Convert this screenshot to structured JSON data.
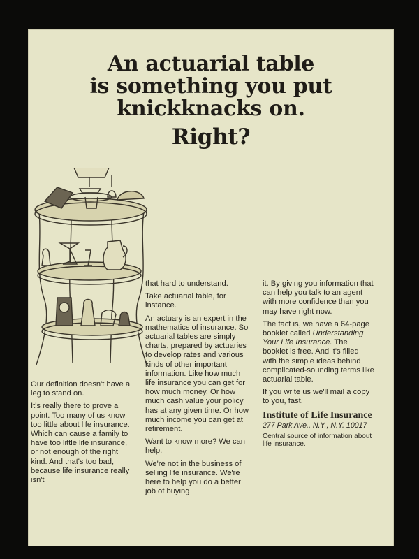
{
  "headline": {
    "line1": "An actuarial table",
    "line2": "is something you put",
    "line3": "knickknacks on.",
    "line4": "Right?"
  },
  "illustration": {
    "icon": "antique-three-tier-table-with-knickknacks"
  },
  "col1": {
    "p1": "Our definition doesn't have a leg to stand on.",
    "p2": "It's really there to prove a point. Too many of us know too little about life insurance. Which can cause a family to have too little life insurance, or not enough of the right kind. And that's too bad, because life insurance really isn't"
  },
  "col2": {
    "p1": "that hard to understand.",
    "p2": "Take actuarial table, for instance.",
    "p3": "An actuary is an expert in the mathematics of insurance. So actuarial tables are simply charts, prepared by actuaries to develop rates and various kinds of other important information. Like how much life insurance you can get for how much money. Or how much cash value your policy has at any given time. Or how much income you can get at retirement.",
    "p4": "Want to know more? We can help.",
    "p5": "We're not in the business of selling life insurance. We're here to help you do a better job of buying"
  },
  "col3": {
    "p1": "it. By giving you information that can help you talk to an agent with more confidence than you may have right now.",
    "p2_pre": "The fact is, we have a 64-page booklet called ",
    "p2_title": "Understanding Your Life Insurance.",
    "p2_post": " The booklet is free. And it's filled with the simple ideas behind complicated-sounding terms like actuarial table.",
    "p3": "If you write us we'll mail a copy to you, fast.",
    "signature": "Institute of Life Insurance",
    "address": "277 Park Ave., N.Y., N.Y. 10017",
    "tagline": "Central source of information about life insurance."
  },
  "colors": {
    "paper": "#e6e5c8",
    "ink": "#2a2720",
    "background": "#0b0b09"
  }
}
